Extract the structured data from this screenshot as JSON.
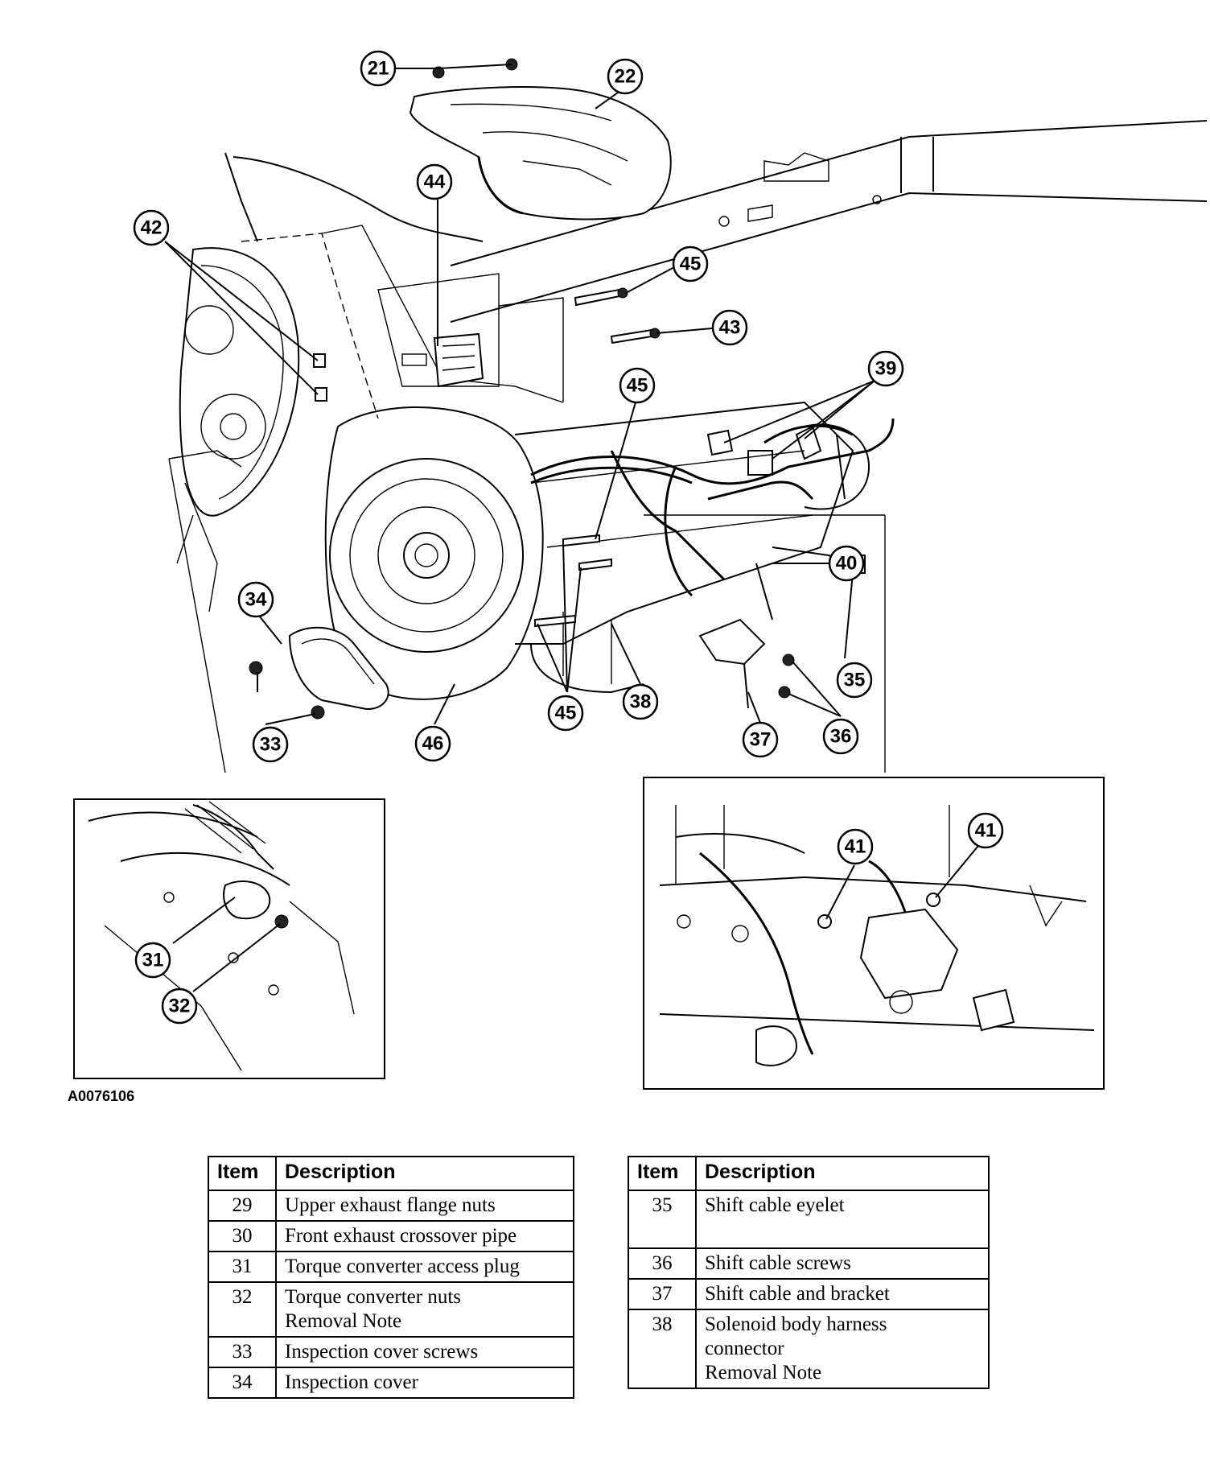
{
  "figure": {
    "id_label": "A0076106",
    "callouts": [
      "21",
      "22",
      "44",
      "42",
      "45",
      "43",
      "39",
      "45",
      "40",
      "34",
      "35",
      "33",
      "46",
      "45",
      "38",
      "37",
      "36",
      "31",
      "32",
      "41",
      "41"
    ]
  },
  "legend_left": {
    "headers": {
      "item": "Item",
      "description": "Description"
    },
    "rows": [
      {
        "item": "29",
        "description": "Upper exhaust flange nuts"
      },
      {
        "item": "30",
        "description": "Front exhaust crossover pipe"
      },
      {
        "item": "31",
        "description": "Torque converter access plug"
      },
      {
        "item": "32",
        "description": "Torque converter nuts\nRemoval Note"
      },
      {
        "item": "33",
        "description": "Inspection cover screws"
      },
      {
        "item": "34",
        "description": "Inspection cover"
      }
    ]
  },
  "legend_right": {
    "headers": {
      "item": "Item",
      "description": "Description"
    },
    "rows": [
      {
        "item": "35",
        "description": "Shift cable eyelet"
      },
      {
        "item": "36",
        "description": "Shift cable screws"
      },
      {
        "item": "37",
        "description": "Shift cable and bracket"
      },
      {
        "item": "38",
        "description": "Solenoid body harness\nconnector\nRemoval Note"
      }
    ]
  }
}
